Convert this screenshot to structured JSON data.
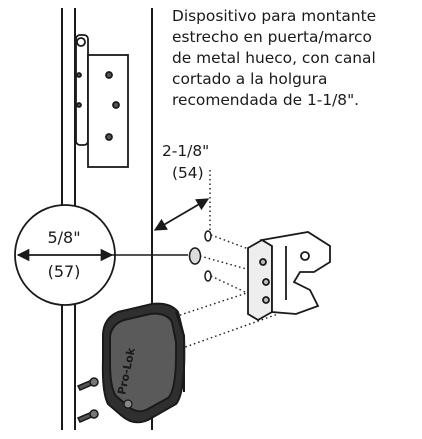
{
  "caption": {
    "lines": [
      "Dispositivo para montante",
      "estrecho en puerta/marco",
      "de metal hueco, con canal",
      "cortado a la holgura",
      "recomendada de 1-1/8\"."
    ]
  },
  "dimensions": {
    "depth_imperial": "2-1/8\"",
    "depth_metric": "(54)",
    "backset_imperial": "5/8\"",
    "backset_metric": "(57)"
  },
  "device": {
    "brand": "Pro-Lok"
  }
}
